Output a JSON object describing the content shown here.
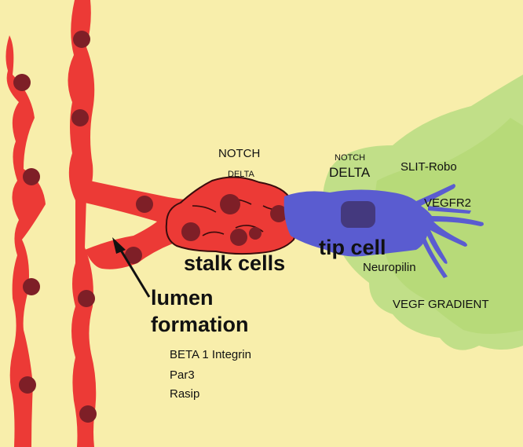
{
  "labels": {
    "notch_stalk": "NOTCH",
    "delta_stalk": "DELTA",
    "notch_tip": "NOTCH",
    "delta_tip": "DELTA",
    "slit_robo": "SLIT-Robo",
    "vegfr2": "VEGFR2",
    "stalk_cells": "stalk cells",
    "tip_cell": "tip cell",
    "neuropilin": "Neuropilin",
    "vegf_gradient": "VEGF GRADIENT",
    "lumen": "lumen",
    "formation": "formation",
    "beta1_integrin": "BETA 1 Integrin",
    "par3": "Par3",
    "rasip": "Rasip"
  },
  "colors": {
    "background": "#f8eeab",
    "endothelial": "#ec3a36",
    "nucleus": "#7e1f27",
    "stalk_outline": "#3a0c0c",
    "tip_cell": "#5a5cd0",
    "tip_nucleus": "#44397e",
    "vegf": "#b9dc7f",
    "arrow": "#111111"
  }
}
